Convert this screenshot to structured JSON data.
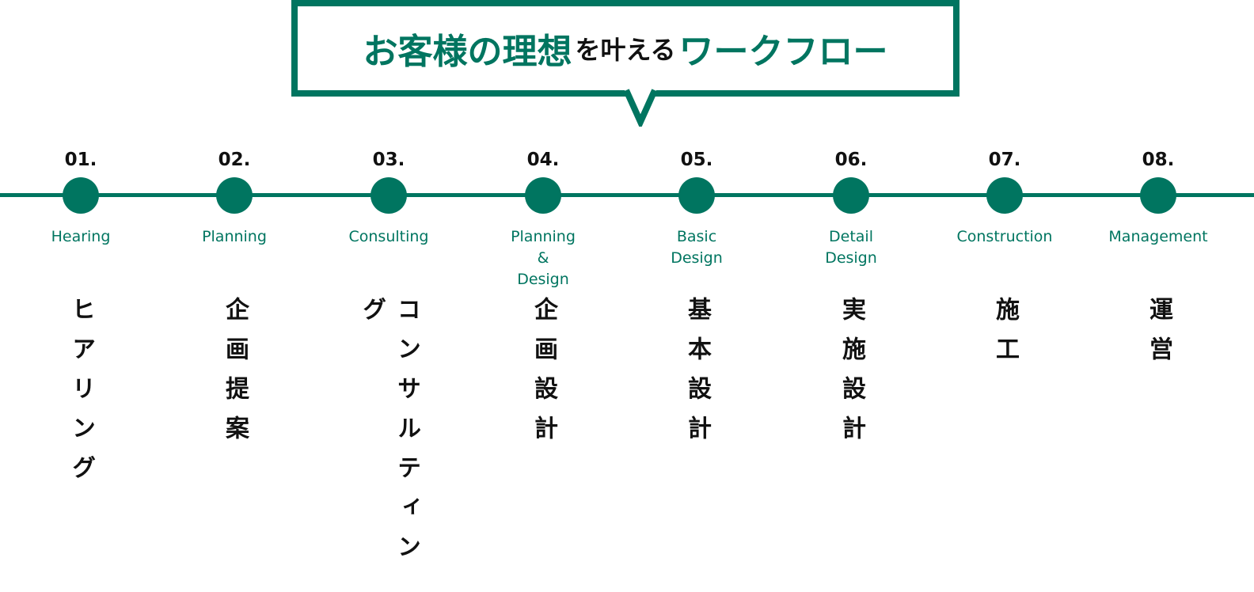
{
  "title": {
    "part1": "お客様の理想",
    "part2": "を叶える",
    "part3": "ワークフロー"
  },
  "colors": {
    "accent": "#007560",
    "text": "#111111"
  },
  "steps": [
    {
      "num": "01.",
      "en": "Hearing",
      "jp": "ヒアリング"
    },
    {
      "num": "02.",
      "en": "Planning",
      "jp": "企画提案"
    },
    {
      "num": "03.",
      "en": "Consulting",
      "jp": "コンサルティング"
    },
    {
      "num": "04.",
      "en": "Planning\n&\nDesign",
      "jp": "企画設計"
    },
    {
      "num": "05.",
      "en": "Basic\nDesign",
      "jp": "基本設計"
    },
    {
      "num": "06.",
      "en": "Detail\nDesign",
      "jp": "実施設計"
    },
    {
      "num": "07.",
      "en": "Construction",
      "jp": "施工"
    },
    {
      "num": "08.",
      "en": "Management",
      "jp": "運営"
    }
  ]
}
